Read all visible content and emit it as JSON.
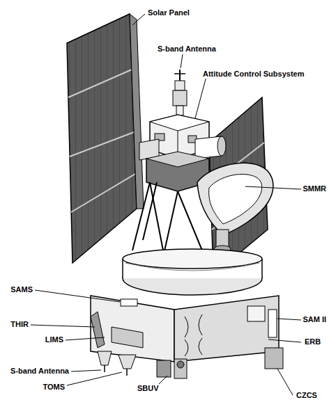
{
  "diagram": {
    "labels": [
      "Solar Panel",
      "S-band Antenna",
      "Attitude Control Subsystem",
      "SMMR",
      "SAMS",
      "SAM II",
      "THIR",
      "ERB",
      "LIMS",
      "S-band Antenna",
      "TOMS",
      "SBUV",
      "CZCS"
    ]
  }
}
